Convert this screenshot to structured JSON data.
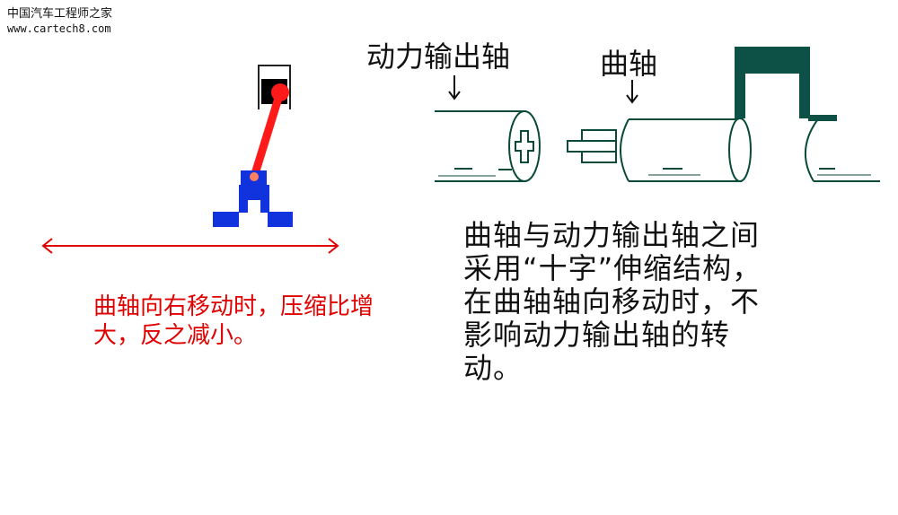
{
  "watermark": {
    "cn": "中国汽车工程师之家",
    "url": "www.cartech8.com"
  },
  "labels": {
    "power_output_shaft": "动力输出轴",
    "crankshaft": "曲轴"
  },
  "left_caption": "曲轴向右移动时，压缩比增大，反之减小。",
  "right_caption": "曲轴与动力输出轴之间采用“十字”伸缩结构，在曲轴轴向移动时，不影响动力输出轴的转动。",
  "colors": {
    "rod": "#ff1a1a",
    "block": "#1133dd",
    "red_text": "#e00000",
    "shaft_outline": "#0a4a3a",
    "crank_arm": "#0d5045"
  }
}
